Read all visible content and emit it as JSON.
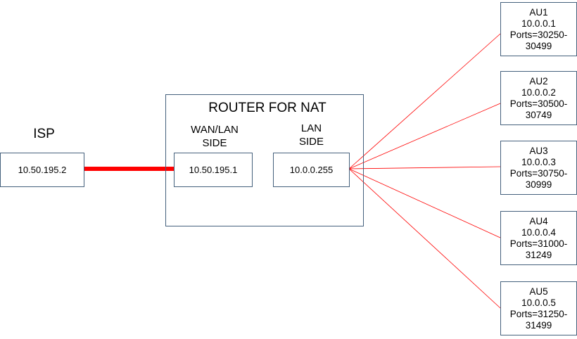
{
  "isp": {
    "label": "ISP",
    "ip": "10.50.195.2"
  },
  "router": {
    "title": "ROUTER FOR NAT",
    "wan_label_1": "WAN/LAN",
    "wan_label_2": "SIDE",
    "wan_ip": "10.50.195.1",
    "lan_label_1": "LAN",
    "lan_label_2": "SIDE",
    "lan_ip": "10.0.0.255"
  },
  "clients": [
    {
      "name": "AU1",
      "ip": "10.0.0.1",
      "ports_1": "Ports=30250-",
      "ports_2": "30499"
    },
    {
      "name": "AU2",
      "ip": "10.0.0.2",
      "ports_1": "Ports=30500-",
      "ports_2": "30749"
    },
    {
      "name": "AU3",
      "ip": "10.0.0.3",
      "ports_1": "Ports=30750-",
      "ports_2": "30999"
    },
    {
      "name": "AU4",
      "ip": "10.0.0.4",
      "ports_1": "Ports=31000-",
      "ports_2": "31249"
    },
    {
      "name": "AU5",
      "ip": "10.0.0.5",
      "ports_1": "Ports=31250-",
      "ports_2": "31499"
    }
  ],
  "colors": {
    "link": "#ff0000",
    "border": "#44607c"
  }
}
